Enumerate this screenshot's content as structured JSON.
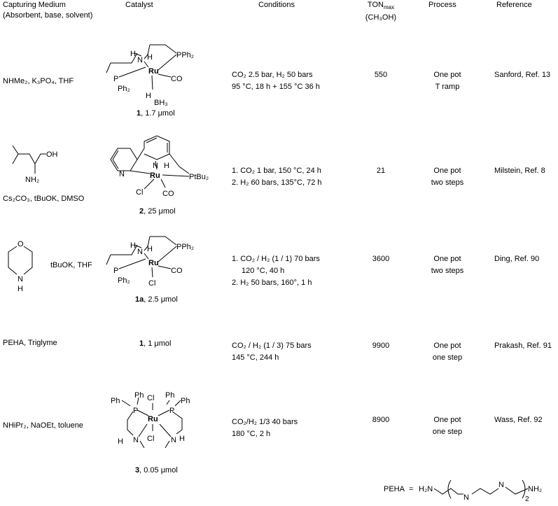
{
  "headers": {
    "medium": "Capturing Medium",
    "medium_sub": "(Absorbent, base, solvent)",
    "catalyst": "Catalyst",
    "conditions": "Conditions",
    "ton": "TON",
    "ton_sub": "max",
    "ton_unit": "(CH₃OH)",
    "process": "Process",
    "reference": "Reference"
  },
  "rows": [
    {
      "medium": "NHMe₂, K₃PO₄, THF",
      "catalyst_num": "1",
      "catalyst_amount": ", 1.7 μmol",
      "conditions": [
        "CO₂ 2.5 bar, H₂ 50 bars",
        "95 °C, 18 h + 155 °C 36 h"
      ],
      "ton": "550",
      "process": [
        "One pot",
        "T ramp"
      ],
      "reference": "Sanford, Ref. 13"
    },
    {
      "medium": "Cs₂CO₃, tBuOK, DMSO",
      "catalyst_num": "2",
      "catalyst_amount": ", 25 μmol",
      "conditions": [
        "1. CO₂ 1 bar, 150 °C, 24 h",
        "2. H₂ 60 bars, 135°C, 72 h"
      ],
      "ton": "21",
      "process": [
        "One pot",
        "two steps"
      ],
      "reference": "Milstein, Ref. 8"
    },
    {
      "medium": "tBuOK, THF",
      "catalyst_num": "1a",
      "catalyst_amount": ", 2.5 μmol",
      "conditions": [
        "1. CO₂ / H₂ (1 / 1) 70 bars",
        "120 °C, 40 h",
        "2. H₂ 50 bars, 160°, 1 h"
      ],
      "ton": "3600",
      "process": [
        "One pot",
        "two steps"
      ],
      "reference": "Ding, Ref. 90"
    },
    {
      "medium": "PEHA, Triglyme",
      "catalyst_num": "1",
      "catalyst_amount": ", 1 μmol",
      "conditions": [
        "CO₂ / H₂ (1 / 3) 75 bars",
        "145 °C, 244 h"
      ],
      "ton": "9900",
      "process": [
        "One pot",
        "one step"
      ],
      "reference": "Prakash, Ref. 91"
    },
    {
      "medium": "NHiPr₂, NaOEt, toluene",
      "catalyst_num": "3",
      "catalyst_amount": ", 0.05 μmol",
      "conditions": [
        "CO₂/H₂ 1/3 40 bars",
        "180 °C, 2 h"
      ],
      "ton": "8900",
      "process": [
        "One pot",
        "one step"
      ],
      "reference": "Wass, Ref. 92"
    }
  ],
  "chem": {
    "h": "H",
    "n": "N",
    "p": "P",
    "ru": "Ru",
    "pph2": "PPh₂",
    "ph2": "Ph₂",
    "co": "CO",
    "bh3": "BH₃",
    "cl": "Cl",
    "ptbu2": "PtBu₂",
    "oh": "OH",
    "nh2": "NH₂",
    "o": "O",
    "ph": "Ph"
  },
  "peha": {
    "label": "PEHA",
    "eq": "=",
    "h2n": "H₂N",
    "nh2": "NH₂",
    "n": "N",
    "sub": "2"
  }
}
